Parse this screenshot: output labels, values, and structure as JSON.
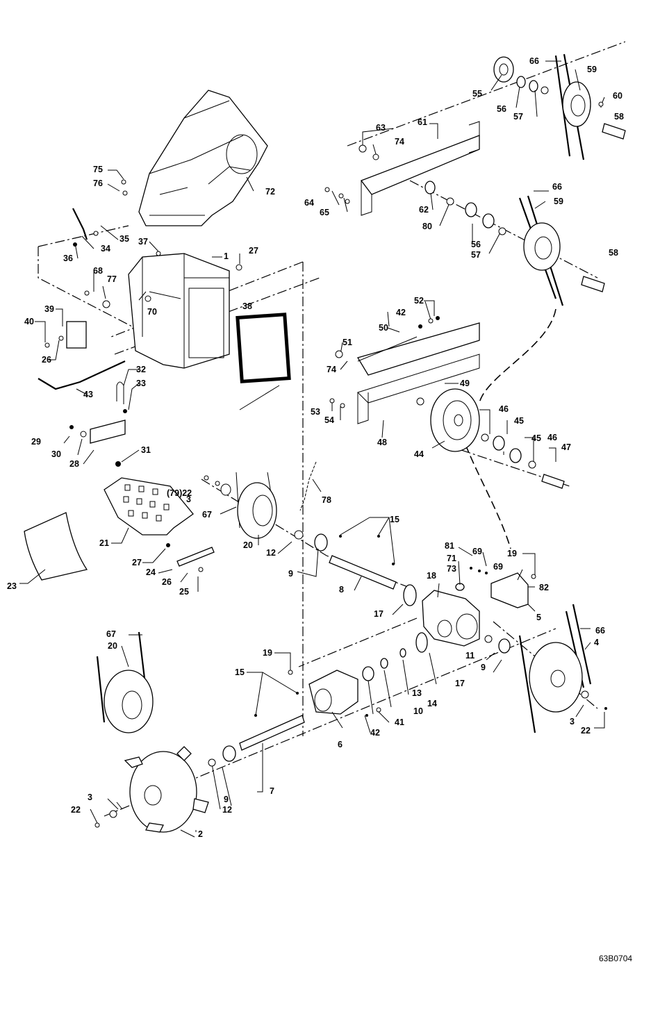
{
  "figure_ref": "63B0704",
  "callouts": [
    {
      "id": "c1",
      "text": "1"
    },
    {
      "id": "c2",
      "text": "2"
    },
    {
      "id": "c3a",
      "text": "3"
    },
    {
      "id": "c3b",
      "text": "3"
    },
    {
      "id": "c3c",
      "text": "3"
    },
    {
      "id": "c4",
      "text": "4"
    },
    {
      "id": "c5",
      "text": "5"
    },
    {
      "id": "c6",
      "text": "6"
    },
    {
      "id": "c7",
      "text": "7"
    },
    {
      "id": "c8",
      "text": "8"
    },
    {
      "id": "c9a",
      "text": "9"
    },
    {
      "id": "c9b",
      "text": "9"
    },
    {
      "id": "c9c",
      "text": "9"
    },
    {
      "id": "c10",
      "text": "10"
    },
    {
      "id": "c11",
      "text": "11"
    },
    {
      "id": "c12a",
      "text": "12"
    },
    {
      "id": "c12b",
      "text": "12"
    },
    {
      "id": "c13",
      "text": "13"
    },
    {
      "id": "c14",
      "text": "14"
    },
    {
      "id": "c15a",
      "text": "15"
    },
    {
      "id": "c15b",
      "text": "15"
    },
    {
      "id": "c17a",
      "text": "17"
    },
    {
      "id": "c17b",
      "text": "17"
    },
    {
      "id": "c18",
      "text": "18"
    },
    {
      "id": "c19a",
      "text": "19"
    },
    {
      "id": "c19b",
      "text": "19"
    },
    {
      "id": "c20a",
      "text": "20"
    },
    {
      "id": "c20b",
      "text": "20"
    },
    {
      "id": "c21",
      "text": "21"
    },
    {
      "id": "c22a",
      "text": "(79)22"
    },
    {
      "id": "c22b",
      "text": "22"
    },
    {
      "id": "c22c",
      "text": "22"
    },
    {
      "id": "c23",
      "text": "23"
    },
    {
      "id": "c24",
      "text": "24"
    },
    {
      "id": "c25",
      "text": "25"
    },
    {
      "id": "c26a",
      "text": "26"
    },
    {
      "id": "c26b",
      "text": "26"
    },
    {
      "id": "c27a",
      "text": "27"
    },
    {
      "id": "c27b",
      "text": "27"
    },
    {
      "id": "c28",
      "text": "28"
    },
    {
      "id": "c29",
      "text": "29"
    },
    {
      "id": "c30",
      "text": "30"
    },
    {
      "id": "c31",
      "text": "31"
    },
    {
      "id": "c32",
      "text": "32"
    },
    {
      "id": "c33",
      "text": "33"
    },
    {
      "id": "c34",
      "text": "34"
    },
    {
      "id": "c35",
      "text": "35"
    },
    {
      "id": "c36",
      "text": "36"
    },
    {
      "id": "c37",
      "text": "37"
    },
    {
      "id": "c38",
      "text": "38"
    },
    {
      "id": "c39",
      "text": "39"
    },
    {
      "id": "c40",
      "text": "40"
    },
    {
      "id": "c41",
      "text": "41"
    },
    {
      "id": "c42a",
      "text": "42"
    },
    {
      "id": "c42b",
      "text": "42"
    },
    {
      "id": "c43",
      "text": "43"
    },
    {
      "id": "c44",
      "text": "44"
    },
    {
      "id": "c45a",
      "text": "45"
    },
    {
      "id": "c45b",
      "text": "45"
    },
    {
      "id": "c46a",
      "text": "46"
    },
    {
      "id": "c46b",
      "text": "46"
    },
    {
      "id": "c47",
      "text": "47"
    },
    {
      "id": "c48",
      "text": "48"
    },
    {
      "id": "c49",
      "text": "49"
    },
    {
      "id": "c50",
      "text": "50"
    },
    {
      "id": "c51",
      "text": "51"
    },
    {
      "id": "c52",
      "text": "52"
    },
    {
      "id": "c53",
      "text": "53"
    },
    {
      "id": "c54",
      "text": "54"
    },
    {
      "id": "c55",
      "text": "55"
    },
    {
      "id": "c56a",
      "text": "56"
    },
    {
      "id": "c56b",
      "text": "56"
    },
    {
      "id": "c57a",
      "text": "57"
    },
    {
      "id": "c57b",
      "text": "57"
    },
    {
      "id": "c58a",
      "text": "58"
    },
    {
      "id": "c58b",
      "text": "58"
    },
    {
      "id": "c59a",
      "text": "59"
    },
    {
      "id": "c59b",
      "text": "59"
    },
    {
      "id": "c60",
      "text": "60"
    },
    {
      "id": "c61",
      "text": "61"
    },
    {
      "id": "c62",
      "text": "62"
    },
    {
      "id": "c63",
      "text": "63"
    },
    {
      "id": "c64",
      "text": "64"
    },
    {
      "id": "c65",
      "text": "65"
    },
    {
      "id": "c66a",
      "text": "66"
    },
    {
      "id": "c66b",
      "text": "66"
    },
    {
      "id": "c66c",
      "text": "66"
    },
    {
      "id": "c67a",
      "text": "67"
    },
    {
      "id": "c67b",
      "text": "67"
    },
    {
      "id": "c68",
      "text": "68"
    },
    {
      "id": "c69a",
      "text": "69"
    },
    {
      "id": "c69b",
      "text": "69"
    },
    {
      "id": "c70",
      "text": "70"
    },
    {
      "id": "c71",
      "text": "71"
    },
    {
      "id": "c72",
      "text": "72"
    },
    {
      "id": "c73",
      "text": "73"
    },
    {
      "id": "c74a",
      "text": "74"
    },
    {
      "id": "c74b",
      "text": "74"
    },
    {
      "id": "c75",
      "text": "75"
    },
    {
      "id": "c76",
      "text": "76"
    },
    {
      "id": "c77",
      "text": "77"
    },
    {
      "id": "c78",
      "text": "78"
    },
    {
      "id": "c80",
      "text": "80"
    },
    {
      "id": "c81",
      "text": "81"
    },
    {
      "id": "c82",
      "text": "82"
    }
  ]
}
